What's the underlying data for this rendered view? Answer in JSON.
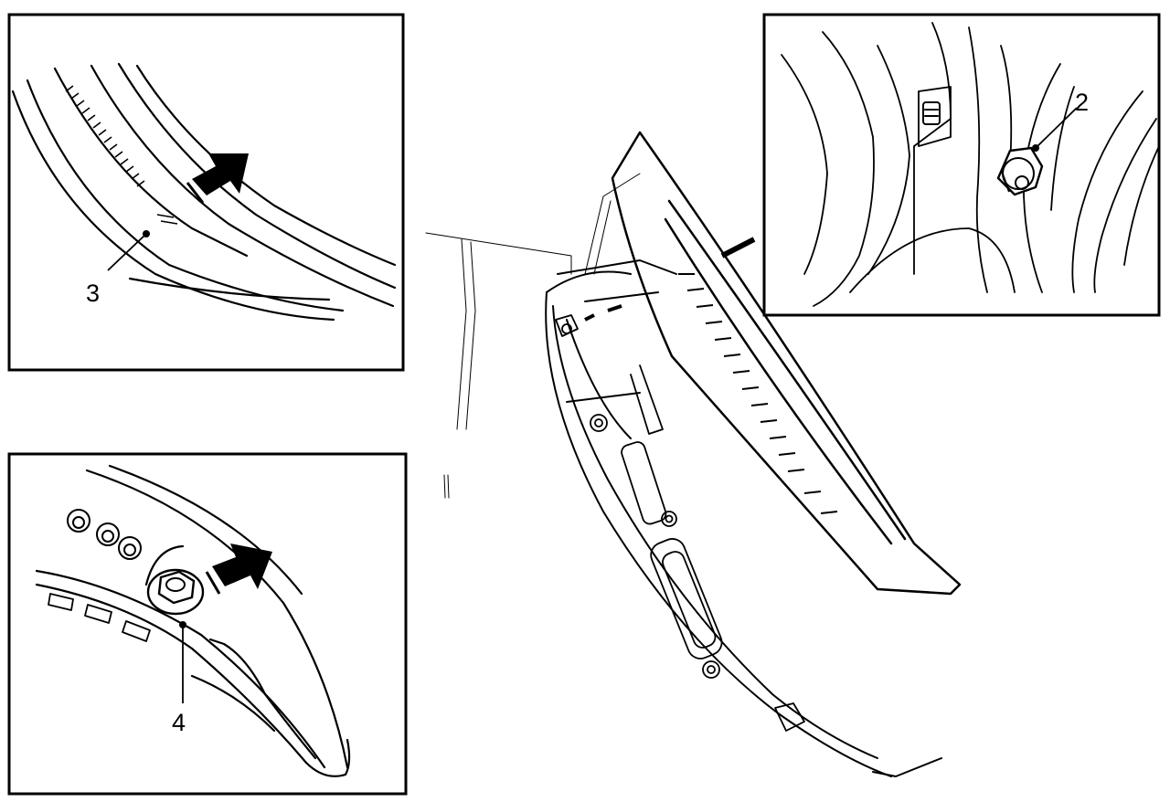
{
  "callouts": {
    "nut": "2",
    "trim_clip": "3",
    "bolt": "4"
  },
  "colors": {
    "ink": "#000000",
    "paper": "#ffffff"
  },
  "icons": {
    "removal_arrow": "thick-block-arrow-icon"
  }
}
